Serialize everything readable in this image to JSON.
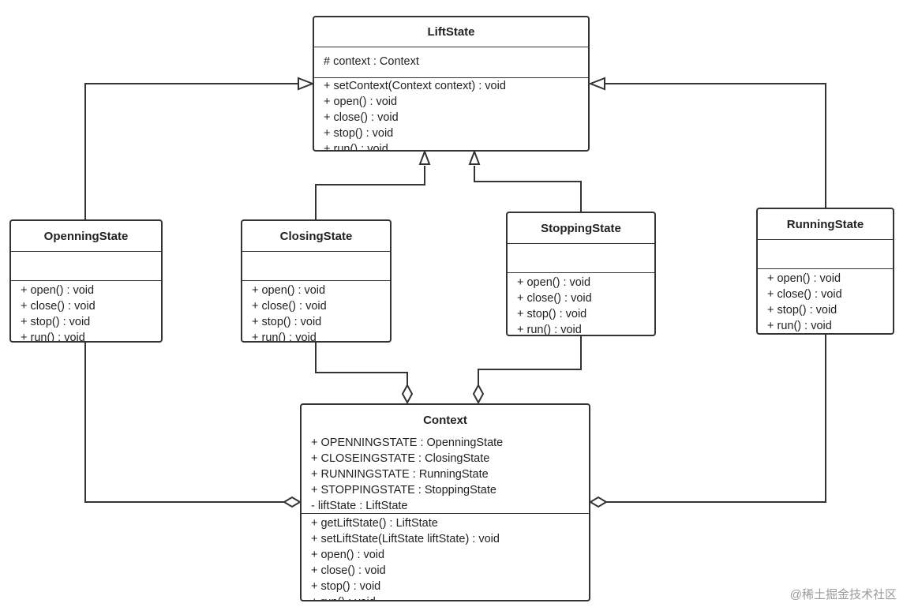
{
  "classes": {
    "liftstate": {
      "name": "LiftState",
      "attributes": [
        "# context : Context"
      ],
      "operations": [
        "+ setContext(Context context) : void",
        "+ open() : void",
        "+ close() : void",
        "+ stop() : void",
        "+ run() : void"
      ]
    },
    "openningstate": {
      "name": "OpenningState",
      "attributes": [],
      "operations": [
        "+ open() : void",
        "+ close() : void",
        "+ stop() : void",
        "+ run() : void"
      ]
    },
    "closingstate": {
      "name": "ClosingState",
      "attributes": [],
      "operations": [
        "+ open() : void",
        "+ close() : void",
        "+ stop() : void",
        "+ run() : void"
      ]
    },
    "stoppingstate": {
      "name": "StoppingState",
      "attributes": [],
      "operations": [
        "+ open() : void",
        "+ close() : void",
        "+ stop() : void",
        "+ run() : void"
      ]
    },
    "runningstate": {
      "name": "RunningState",
      "attributes": [],
      "operations": [
        "+ open() : void",
        "+ close() : void",
        "+ stop() : void",
        "+ run() : void"
      ]
    },
    "context": {
      "name": "Context",
      "attributes": [
        "+ OPENNINGSTATE : OpenningState",
        "+ CLOSEINGSTATE : ClosingState",
        "+ RUNNINGSTATE : RunningState",
        "+ STOPPINGSTATE : StoppingState",
        "- liftState : LiftState"
      ],
      "operations": [
        "+ getLiftState() : LiftState",
        "+ setLiftState(LiftState liftState) : void",
        "+ open() : void",
        "+ close() : void",
        "+ stop() : void",
        "+ run() : void"
      ]
    }
  },
  "relations": [
    {
      "type": "generalization",
      "from": "OpenningState",
      "to": "LiftState"
    },
    {
      "type": "generalization",
      "from": "ClosingState",
      "to": "LiftState"
    },
    {
      "type": "generalization",
      "from": "StoppingState",
      "to": "LiftState"
    },
    {
      "type": "generalization",
      "from": "RunningState",
      "to": "LiftState"
    },
    {
      "type": "aggregation",
      "whole": "Context",
      "part": "OpenningState"
    },
    {
      "type": "aggregation",
      "whole": "Context",
      "part": "ClosingState"
    },
    {
      "type": "aggregation",
      "whole": "Context",
      "part": "StoppingState"
    },
    {
      "type": "aggregation",
      "whole": "Context",
      "part": "RunningState"
    }
  ],
  "watermark": "@稀土掘金技术社区",
  "colors": {
    "line": "#333333",
    "background": "#ffffff",
    "watermark": "#9a9a9a"
  }
}
